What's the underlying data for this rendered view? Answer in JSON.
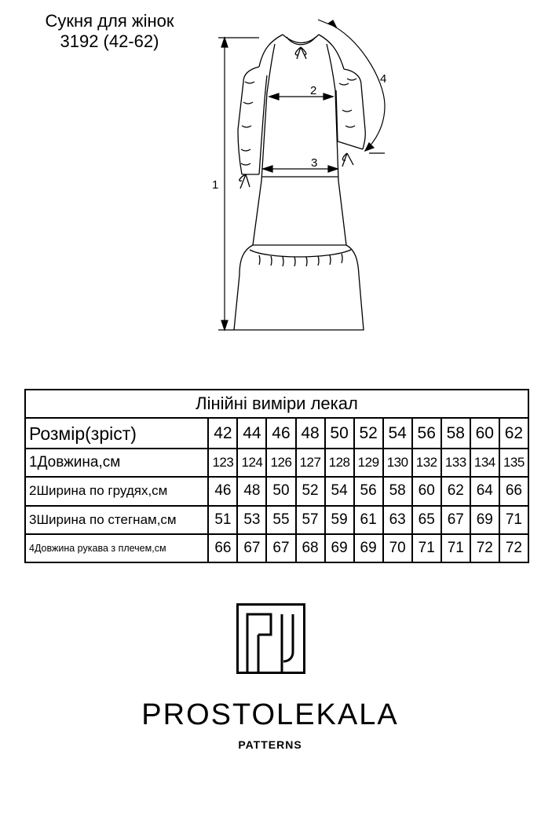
{
  "title": {
    "line1": "Сукня для жінок",
    "line2": "3192 (42-62)"
  },
  "sketch": {
    "labels": [
      "1",
      "2",
      "3",
      "4"
    ]
  },
  "table": {
    "caption": "Лінійні виміри лекал",
    "size_label": "Розмір(зріст)",
    "sizes": [
      "42",
      "44",
      "46",
      "48",
      "50",
      "52",
      "54",
      "56",
      "58",
      "60",
      "62"
    ],
    "rows": [
      {
        "label": "1Довжина,см",
        "values": [
          "123",
          "124",
          "126",
          "127",
          "128",
          "129",
          "130",
          "132",
          "133",
          "134",
          "135"
        ]
      },
      {
        "label": "2Ширина по грудях,см",
        "values": [
          "46",
          "48",
          "50",
          "52",
          "54",
          "56",
          "58",
          "60",
          "62",
          "64",
          "66"
        ]
      },
      {
        "label": "3Ширина по стегнам,см",
        "values": [
          "51",
          "53",
          "55",
          "57",
          "59",
          "61",
          "63",
          "65",
          "67",
          "69",
          "71"
        ]
      },
      {
        "label": "4Довжина рукава з плечем,см",
        "values": [
          "66",
          "67",
          "67",
          "68",
          "69",
          "69",
          "70",
          "71",
          "71",
          "72",
          "72"
        ]
      }
    ]
  },
  "brand": {
    "name": "PROSTOLEKALA",
    "tagline": "PATTERNS"
  }
}
